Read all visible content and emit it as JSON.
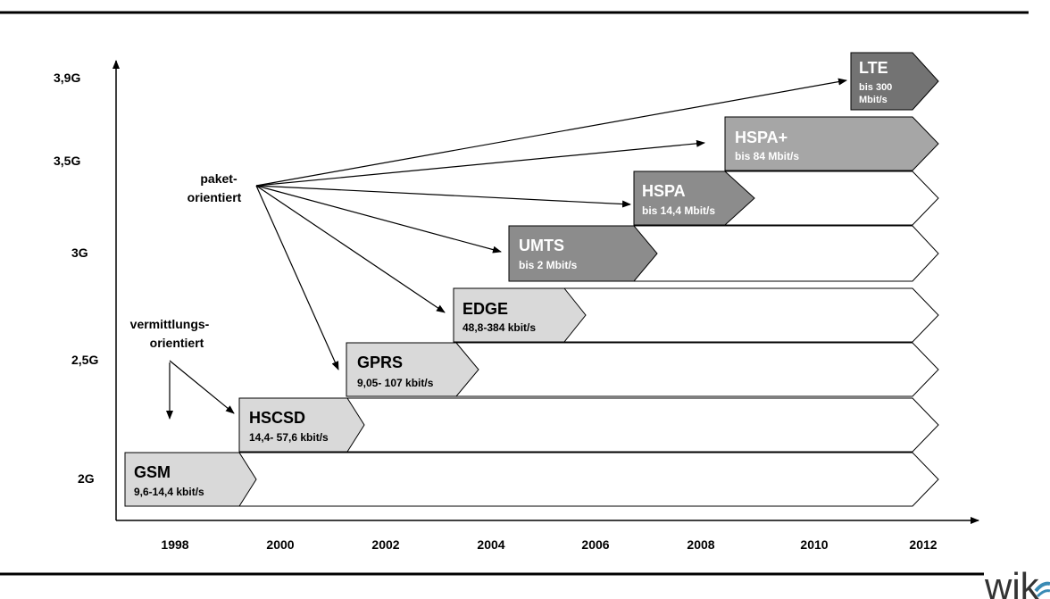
{
  "y_levels": [
    "3,9G",
    "3,5G",
    "3G",
    "2,5G",
    "2G"
  ],
  "x_years": [
    "1998",
    "2000",
    "2002",
    "2004",
    "2006",
    "2008",
    "2010",
    "2012"
  ],
  "annotations": {
    "packet_line1": "paket-",
    "packet_line2": "orientiert",
    "circuit_line1": "vermittlungs-",
    "circuit_line2": "orientiert"
  },
  "technologies": [
    {
      "name": "GSM",
      "rate": "9,6-14,4 kbit/s",
      "color": "#d9d9d9",
      "text_color": "#000000"
    },
    {
      "name": "HSCSD",
      "rate": "14,4- 57,6 kbit/s",
      "color": "#d9d9d9",
      "text_color": "#000000"
    },
    {
      "name": "GPRS",
      "rate": "9,05- 107 kbit/s",
      "color": "#d9d9d9",
      "text_color": "#000000"
    },
    {
      "name": "EDGE",
      "rate": "48,8-384 kbit/s",
      "color": "#d9d9d9",
      "text_color": "#000000"
    },
    {
      "name": "UMTS",
      "rate": "bis 2 Mbit/s",
      "color": "#8c8c8c",
      "text_color": "#ffffff"
    },
    {
      "name": "HSPA",
      "rate": "bis 14,4 Mbit/s",
      "color": "#8c8c8c",
      "text_color": "#ffffff"
    },
    {
      "name": "HSPA+",
      "rate": "bis 84 Mbit/s",
      "color": "#a6a6a6",
      "text_color": "#ffffff"
    },
    {
      "name": "LTE",
      "rate_line1": "bis 300",
      "rate_line2": "Mbit/s",
      "color": "#737373",
      "text_color": "#ffffff"
    }
  ],
  "logo": "wik"
}
